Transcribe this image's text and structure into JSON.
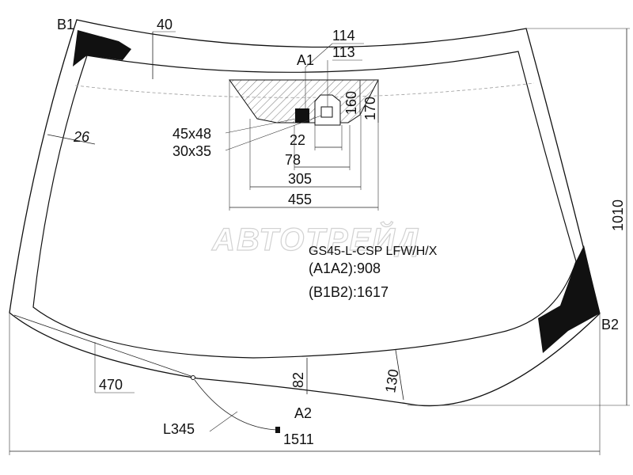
{
  "labels": {
    "b1": "B1",
    "b2": "B2",
    "a1": "A1",
    "a2": "A2"
  },
  "dimensions": {
    "d40": "40",
    "d114": "114",
    "d113": "113",
    "d160": "160",
    "d170": "170",
    "d26": "26",
    "d45x48": "45x48",
    "d30x35": "30x35",
    "d22": "22",
    "d78": "78",
    "d305": "305",
    "d455": "455",
    "d1010": "1010",
    "d82": "82",
    "d130": "130",
    "d470": "470",
    "dL345": "L345",
    "d1511": "1511"
  },
  "info": {
    "code": "GS45-L-CSP LFW/H/X",
    "a1a2": "(A1A2):908",
    "b1b2": "(B1B2):1617"
  },
  "watermark": "АВТОТРЕЙД",
  "colors": {
    "outline": "#111111",
    "blackout": "#111111",
    "hatch": "#555555",
    "dashed": "#9a9a9a"
  }
}
